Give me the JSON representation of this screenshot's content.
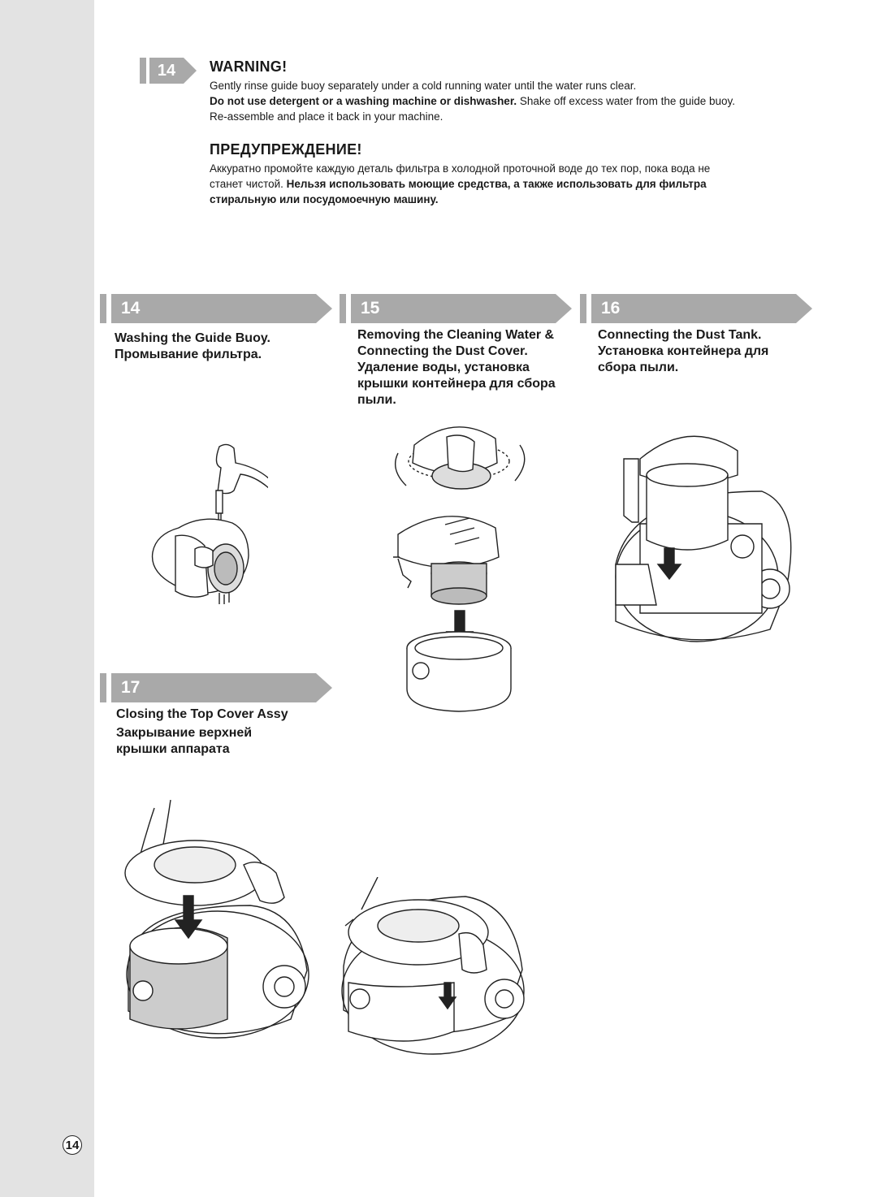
{
  "page_number": "14",
  "warning": {
    "badge": "14",
    "title_en": "WARNING!",
    "en_line1": "Gently rinse guide buoy separately under a cold running water until the water runs clear.",
    "en_line2_bold": "Do not use detergent or a washing machine or dishwasher.",
    "en_line2_rest": " Shake off excess water from the guide buoy.",
    "en_line3": "Re-assemble and place it back in your machine.",
    "title_ru": "ПРЕДУПРЕЖДЕНИЕ!",
    "ru_line1": "Аккуратно промойте каждую деталь фильтра в холодной проточной воде до тех пор, пока вода не",
    "ru_line2_plain": "станет чистой. ",
    "ru_line2_bold": "Нельзя использовать моющие средства, а также использовать для фильтра",
    "ru_line3_bold": "стиральную или посудомоечную машину."
  },
  "steps": [
    {
      "number": "14",
      "lines": [
        "Washing the Guide Buoy.",
        "Промывание фильтра."
      ]
    },
    {
      "number": "15",
      "lines": [
        "Removing the Cleaning Water &",
        "Connecting the Dust Cover.",
        "Удаление воды, установка",
        "крышки контейнера для сбора",
        "пыли."
      ]
    },
    {
      "number": "16",
      "lines": [
        "Connecting the Dust Tank.",
        "Установка контейнера для",
        "сбора пыли."
      ]
    },
    {
      "number": "17",
      "lines": [
        "Closing the Top Cover Assy",
        "Закрывание верхней",
        "крышки аппарата"
      ]
    }
  ],
  "colors": {
    "badge_gray": "#a9a9a9",
    "side_strip": "#e3e3e3"
  }
}
